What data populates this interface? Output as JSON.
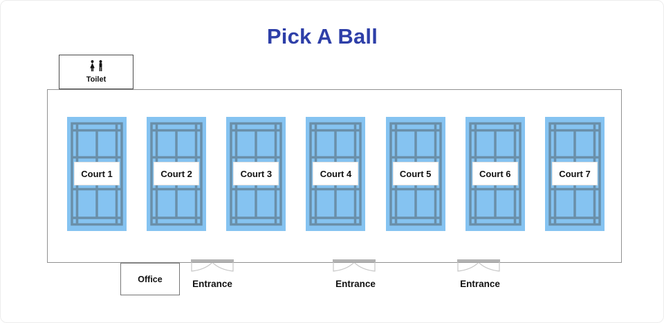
{
  "title": "Pick A Ball",
  "colors": {
    "title": "#2e3fa8",
    "court_fill": "#85c3f1",
    "court_line": "#6a8fa9",
    "door_bar": "#b3b3b3",
    "door_arc": "#c6c6c6"
  },
  "toilet": {
    "label": "Toilet"
  },
  "office": {
    "label": "Office"
  },
  "entrances": [
    {
      "label": "Entrance"
    },
    {
      "label": "Entrance"
    },
    {
      "label": "Entrance"
    }
  ],
  "courts": [
    {
      "label": "Court 1"
    },
    {
      "label": "Court 2"
    },
    {
      "label": "Court 3"
    },
    {
      "label": "Court 4"
    },
    {
      "label": "Court 5"
    },
    {
      "label": "Court 6"
    },
    {
      "label": "Court 7"
    }
  ]
}
